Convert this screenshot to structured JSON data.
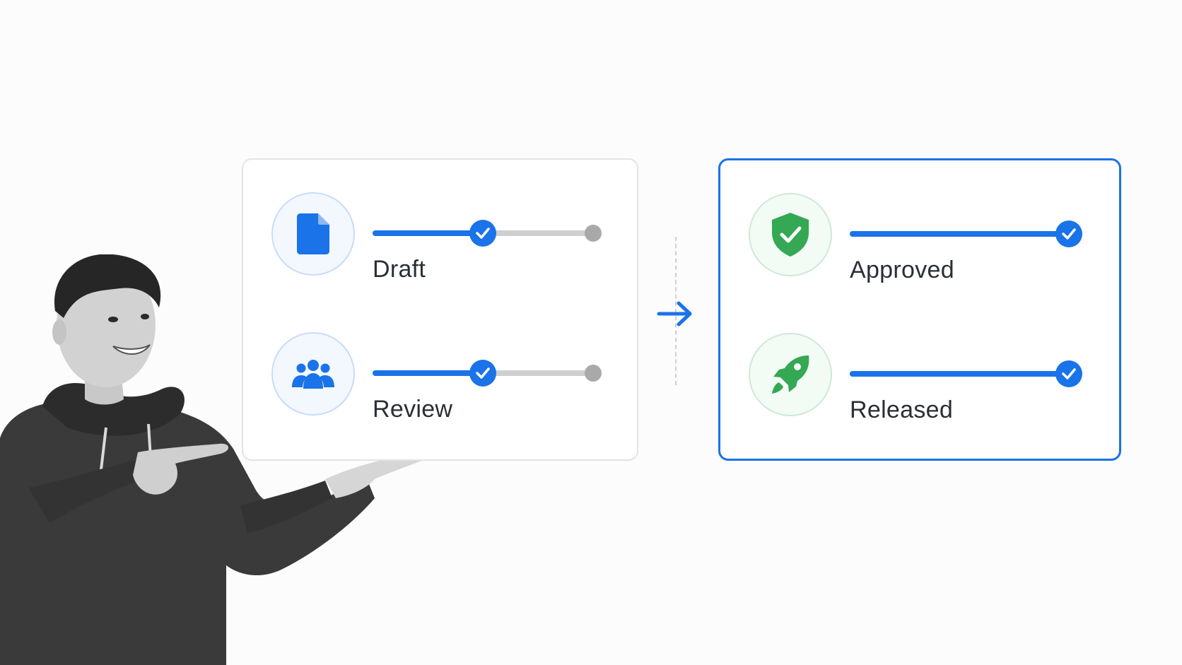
{
  "colors": {
    "accent": "#1a73e8",
    "success": "#34a853",
    "track_inactive": "#cfcfcf",
    "label_text": "#2a2f36"
  },
  "left_panel": {
    "stages": [
      {
        "label": "Draft",
        "icon": "document-icon",
        "progress": 0.5,
        "status": "check"
      },
      {
        "label": "Review",
        "icon": "people-group-icon",
        "progress": 0.5,
        "status": "check"
      }
    ]
  },
  "right_panel": {
    "stages": [
      {
        "label": "Approved",
        "icon": "shield-check-icon",
        "progress": 1.0,
        "status": "check"
      },
      {
        "label": "Released",
        "icon": "rocket-icon",
        "progress": 1.0,
        "status": "check"
      }
    ]
  },
  "connector": {
    "icon": "arrow-right-icon"
  },
  "illustration": {
    "subject": "person-pointing"
  }
}
